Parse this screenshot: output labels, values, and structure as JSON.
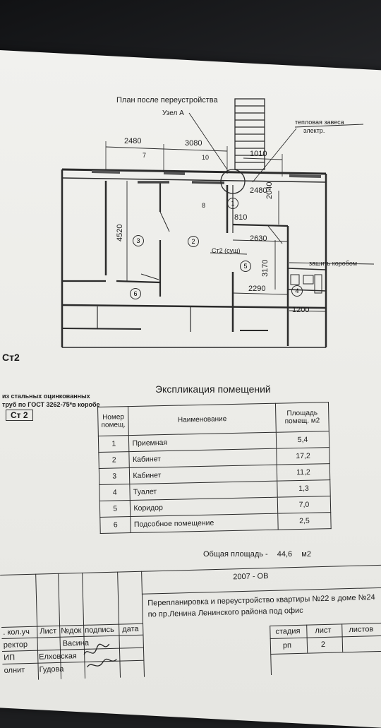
{
  "plan": {
    "title": "План после переустройства",
    "node_label": "Узел А",
    "heat_curtain_label": "тепловая завеса",
    "heat_curtain_label2": "электр.",
    "sew_box_label": "зашить коробом",
    "wc_label": "Ст2 (сущ)",
    "dims": {
      "d2480a": "2480",
      "d3080": "3080",
      "d1010": "1010",
      "d2480b": "2480",
      "d2040": "2040",
      "d810": "810",
      "d4520": "4520",
      "d2630": "2630",
      "d3170": "3170",
      "d2290": "2290",
      "d1200": "1200"
    },
    "marks": {
      "m7": "7",
      "m10": "10",
      "m8": "8"
    },
    "rooms": [
      "1",
      "2",
      "3",
      "5",
      "6",
      "4"
    ]
  },
  "notes": {
    "st2": "Ст2",
    "line1": "из стальных оцинкованных",
    "line2": "труб по ГОСТ 3262-75*в коробе",
    "line3": "Ст 2"
  },
  "explication": {
    "title": "Экспликация помещений",
    "headers": {
      "num": "Номер помещ.",
      "name": "Наименование",
      "area": "Площадь помещ. м2"
    },
    "rows": [
      {
        "num": "1",
        "name": "Приемная",
        "area": "5,4"
      },
      {
        "num": "2",
        "name": "Кабинет",
        "area": "17,2"
      },
      {
        "num": "3",
        "name": "Кабинет",
        "area": "11,2"
      },
      {
        "num": "4",
        "name": "Туалет",
        "area": "1,3"
      },
      {
        "num": "5",
        "name": "Коридор",
        "area": "7,0"
      },
      {
        "num": "6",
        "name": "Подсобное помещение",
        "area": "2,5"
      }
    ],
    "total_label": "Общая площадь -",
    "total_value": "44,6",
    "total_unit": "м2"
  },
  "stamp": {
    "code": "2007 - ОВ",
    "title_line1": "Перепланировка и переустройство квартиры №22 в доме №24",
    "title_line2": "по пр.Ленина Ленинского района под офис",
    "col_headers": [
      ". кол.уч",
      "Лист",
      "№док",
      "подпись",
      "дата"
    ],
    "people": [
      {
        "role": "ректор",
        "name": "Васина"
      },
      {
        "role": "ИП",
        "name": "Елховская"
      },
      {
        "role": "олнит",
        "name": "Гудова"
      }
    ],
    "stage_label": "стадия",
    "sheet_label": "лист",
    "sheets_label": "листов",
    "stage_value": "рп",
    "sheet_value": "2"
  }
}
